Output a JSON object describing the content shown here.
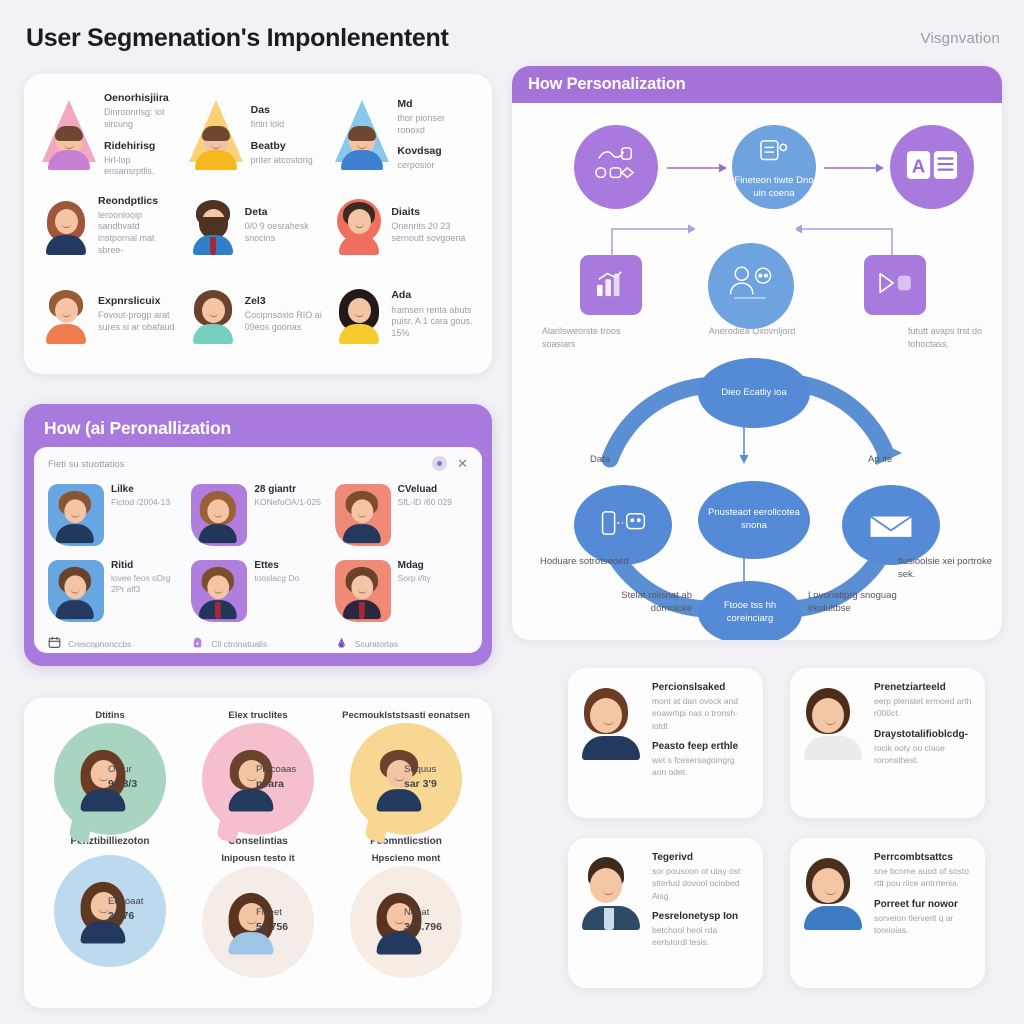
{
  "header": {
    "title": "User Segmenation's Imponlenentent",
    "brand": "Visgnvation"
  },
  "persona_grid": {
    "rows": [
      [
        {
          "name": "Oenorhisjiira",
          "desc": "Dinroonrisg: iot sircung",
          "name2": "Ridehirisg",
          "desc2": "Hrl-lop ensansrptlis.",
          "hat": "#f4a8c0",
          "top": "#c77fd4",
          "hair": "#7b4a30",
          "type": "cone"
        },
        {
          "name": "Das",
          "desc": "firtin lold",
          "name2": "Beatby",
          "desc2": "priter atcostorig",
          "hat": "#fbd178",
          "top": "#f5b81f",
          "hair": "#6e4730",
          "type": "cone"
        },
        {
          "name": "Md",
          "desc": "thor pionser ronoxd",
          "name2": "Kovdsag",
          "desc2": "cerposior",
          "hat": "#87c8ec",
          "top": "#3f7fd1",
          "hair": "#4f3526",
          "type": "cone"
        }
      ],
      [
        {
          "name": "Reondptlics",
          "desc": "leroonlooip sandbvatd instpornal mat sbree-",
          "hair": "#a0563a",
          "top": "#23395e",
          "type": "bust"
        },
        {
          "name": "Deta",
          "desc": "0/0 9 oesrahesk snocins",
          "hair": "#4e3222",
          "top": "#2f7fc9",
          "type": "bust",
          "beard": true,
          "tie": true
        },
        {
          "name": "Diaits",
          "desc": "Onenrits 20 23 sernoutt sovgoena",
          "hair": "#3b2a20",
          "top": "#f0705f",
          "type": "bust",
          "halo": "#f0705f"
        }
      ],
      [
        {
          "name": "Expnrslicuix",
          "desc": "Fovout-progp arat sures si ar obafaud",
          "hair": "#9a5a33",
          "top": "#ef7d4e",
          "type": "bust"
        },
        {
          "name": "Zel3",
          "desc": "Cocipnsoxlo RIO ai 09eos goonas",
          "hair": "#6b432c",
          "top": "#77cfc0",
          "type": "bust"
        },
        {
          "name": "Ada",
          "desc": "framsen renta abuts puisr. A 1 cara gous. 15%",
          "hair": "#231a17",
          "top": "#f6cb2f",
          "type": "bust"
        }
      ]
    ]
  },
  "purple_panel": {
    "title": "How (ai Peronallization",
    "subtitle": "Fieti su stuottatios",
    "close_icon": "close-icon",
    "dot_icon": "record-dot-icon",
    "cards": [
      {
        "name": "Lilke",
        "meta": "Fictod /2004-13",
        "chip": "#67a6e0",
        "hair": "#8a5632",
        "top": "#213a5c"
      },
      {
        "name": "28 giantr",
        "meta": "KONefoOA/1-025",
        "chip": "#b07ede",
        "hair": "#9a6138",
        "top": "#22365a"
      },
      {
        "name": "CVeluad",
        "meta": "SfL-lD /60 029",
        "chip": "#ef8a77",
        "hair": "#7d4e2e",
        "top": "#23395e"
      }
    ],
    "cards2": [
      {
        "name": "Ritid",
        "meta": "lovee feos oDrg 2Pr alf3",
        "chip": "#67a6e0",
        "hair": "#6a422b",
        "top": "#23395e"
      },
      {
        "name": "Ettes",
        "meta": "tooslacg Do",
        "chip": "#b07ede",
        "hair": "#7d4e2e",
        "top": "#22365a",
        "tie": true
      },
      {
        "name": "Mdag",
        "meta": "Sorp i/lty",
        "chip": "#ef8a77",
        "hair": "#6a422b",
        "top": "#2b2740",
        "tie": true
      }
    ],
    "footer": [
      {
        "icon": "calendar-icon",
        "label": "Crescopnonccbs"
      },
      {
        "icon": "lock-icon",
        "label": "Cil ctronatualis"
      },
      {
        "icon": "cursor-icon",
        "label": "Scuratortas"
      }
    ]
  },
  "bubble_panel": {
    "row1": [
      {
        "top": "Dtitins",
        "bottom": "Penztibilliezoton",
        "value_label": "Oe ur",
        "value": "94 3/3",
        "color": "#a8d5bf"
      },
      {
        "top": "Elex truclites",
        "bottom": "Conselintias",
        "value_label": "Procoaas",
        "value": "neara",
        "color": "#f5bfce"
      },
      {
        "top": "Pecmouklststsasti eonatsen",
        "bottom": "Peomntlicstion",
        "value_label": "Sequus",
        "value": "sar 3'9",
        "color": "#f8d793"
      }
    ],
    "row2": [
      {
        "top": "",
        "bottom": "",
        "value_label": "Eenoaat",
        "value": "20 76",
        "color": "#bcd9ee"
      },
      {
        "top": "Inipousn testo it",
        "bottom": "",
        "value_label": "Fixeet",
        "value": "58 756",
        "color": "#f3ece7"
      },
      {
        "top": "Hpscieno mont",
        "bottom": "",
        "value_label": "Neoat",
        "value": "323.796",
        "color": "#f6ece3"
      }
    ]
  },
  "flow_panel": {
    "title": "How Personalization",
    "top_row": [
      {
        "icon": "network-icon",
        "color": "#a97ade",
        "caption": ""
      },
      {
        "icon": "document-icon",
        "color": "#6fa3e0",
        "caption": "Fineteon tiwte Dno uin coena"
      },
      {
        "icon": "ab-test-icon",
        "color": "#a97ade",
        "caption": ""
      }
    ],
    "mid_row": [
      {
        "icon": "bar-chart-icon",
        "color": "#a97ade",
        "label": "Alarilsweorste troos soasiars"
      },
      {
        "icon": "persona-icon",
        "color": "#6fa3e0",
        "label": "Anerodiea   Oxovnljord"
      },
      {
        "icon": "media-icon",
        "color": "#a97ade",
        "label": "fututt avaps trst do tohoctass."
      }
    ],
    "cycle": {
      "top_node": "Dieo Ecatliy ioa",
      "center_node": "Pnusteaot eerollcotea snona",
      "left_node_icon": "devices-icon",
      "right_node_icon": "mail-icon",
      "bottom_node": "Ftooe tss hh coreinciarg",
      "labels": [
        {
          "text": "Data",
          "pos": "top-left"
        },
        {
          "text": "Ap ite",
          "pos": "top-right"
        },
        {
          "text": "Hoduare sotrotseoed",
          "pos": "left"
        },
        {
          "text": "fiusioolsie xei portroke sek.",
          "pos": "right"
        },
        {
          "text": "Stelat rolisnat ab dornolcke",
          "pos": "bottom-left"
        },
        {
          "text": "Lovonatiprg snoguag irkolultbse",
          "pos": "bottom-right"
        }
      ]
    }
  },
  "profile_cards": [
    {
      "name": "Percionslsaked",
      "desc": "mont at dan ovock and eoawrtipi nas o tronsh-lotdl.",
      "name2": "Peasto feep erthle",
      "desc2": "wet s fcesersagoingrg aon odet.",
      "hair": "#6b3b23",
      "top": "#23395e"
    },
    {
      "name": "Prenetziarteeld",
      "desc": "eerp plenstet ermoed arth r000ct.",
      "name2": "Draystotalifioblcdg-",
      "desc2": "rocik ooty oo claoe roronsthest.",
      "hair": "#4f2c1a",
      "top": "#eceaea"
    },
    {
      "name": "Tegerivd",
      "desc": "sor pousoon ot utay ost stterlud dovool ociobed Aisg",
      "name2": "Pesrelonetysp Ion",
      "desc2": "betchool heoi rda eerlstordl tesis.",
      "hair": "#3f2a1c",
      "top": "#2e4a66"
    },
    {
      "name": "Perrcombtsattcs",
      "desc": "sne bcnme auod of sosto rttt pou riice antrrtenia.",
      "name2": "Porreet fur nowor",
      "desc2": "sorveion tlerverit q ar toreioias.",
      "hair": "#4a2e1e",
      "top": "#3d7bc4"
    }
  ]
}
